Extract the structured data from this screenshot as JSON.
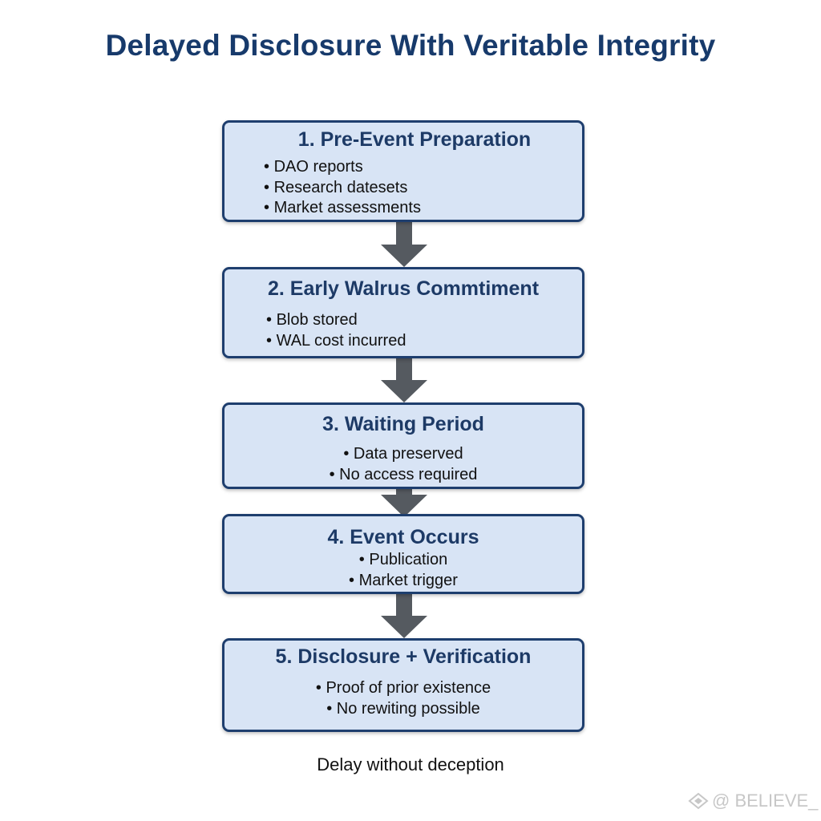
{
  "title": "Delayed Disclosure With Veritable Integrity",
  "steps": [
    {
      "heading": "1. Pre-Event Preparation",
      "bullets": [
        "DAO reports",
        "Research datesets",
        "Market assessments"
      ]
    },
    {
      "heading": "2. Early Walrus Commtiment",
      "bullets": [
        "Blob stored",
        "WAL cost incurred"
      ]
    },
    {
      "heading": "3. Waiting Period",
      "bullets": [
        "Data preserved",
        "No access required"
      ]
    },
    {
      "heading": "4. Event Occurs",
      "bullets": [
        "Publication",
        "Market trigger"
      ]
    },
    {
      "heading": "5. Disclosure + Verification",
      "bullets": [
        "Proof of prior existence",
        "No rewiting possible"
      ]
    }
  ],
  "caption": "Delay without deception",
  "watermark": "@ BELIEVE_",
  "colors": {
    "title": "#173a6b",
    "box_fill": "#d8e4f5",
    "box_border": "#1e3e6e",
    "arrow": "#555a60"
  }
}
